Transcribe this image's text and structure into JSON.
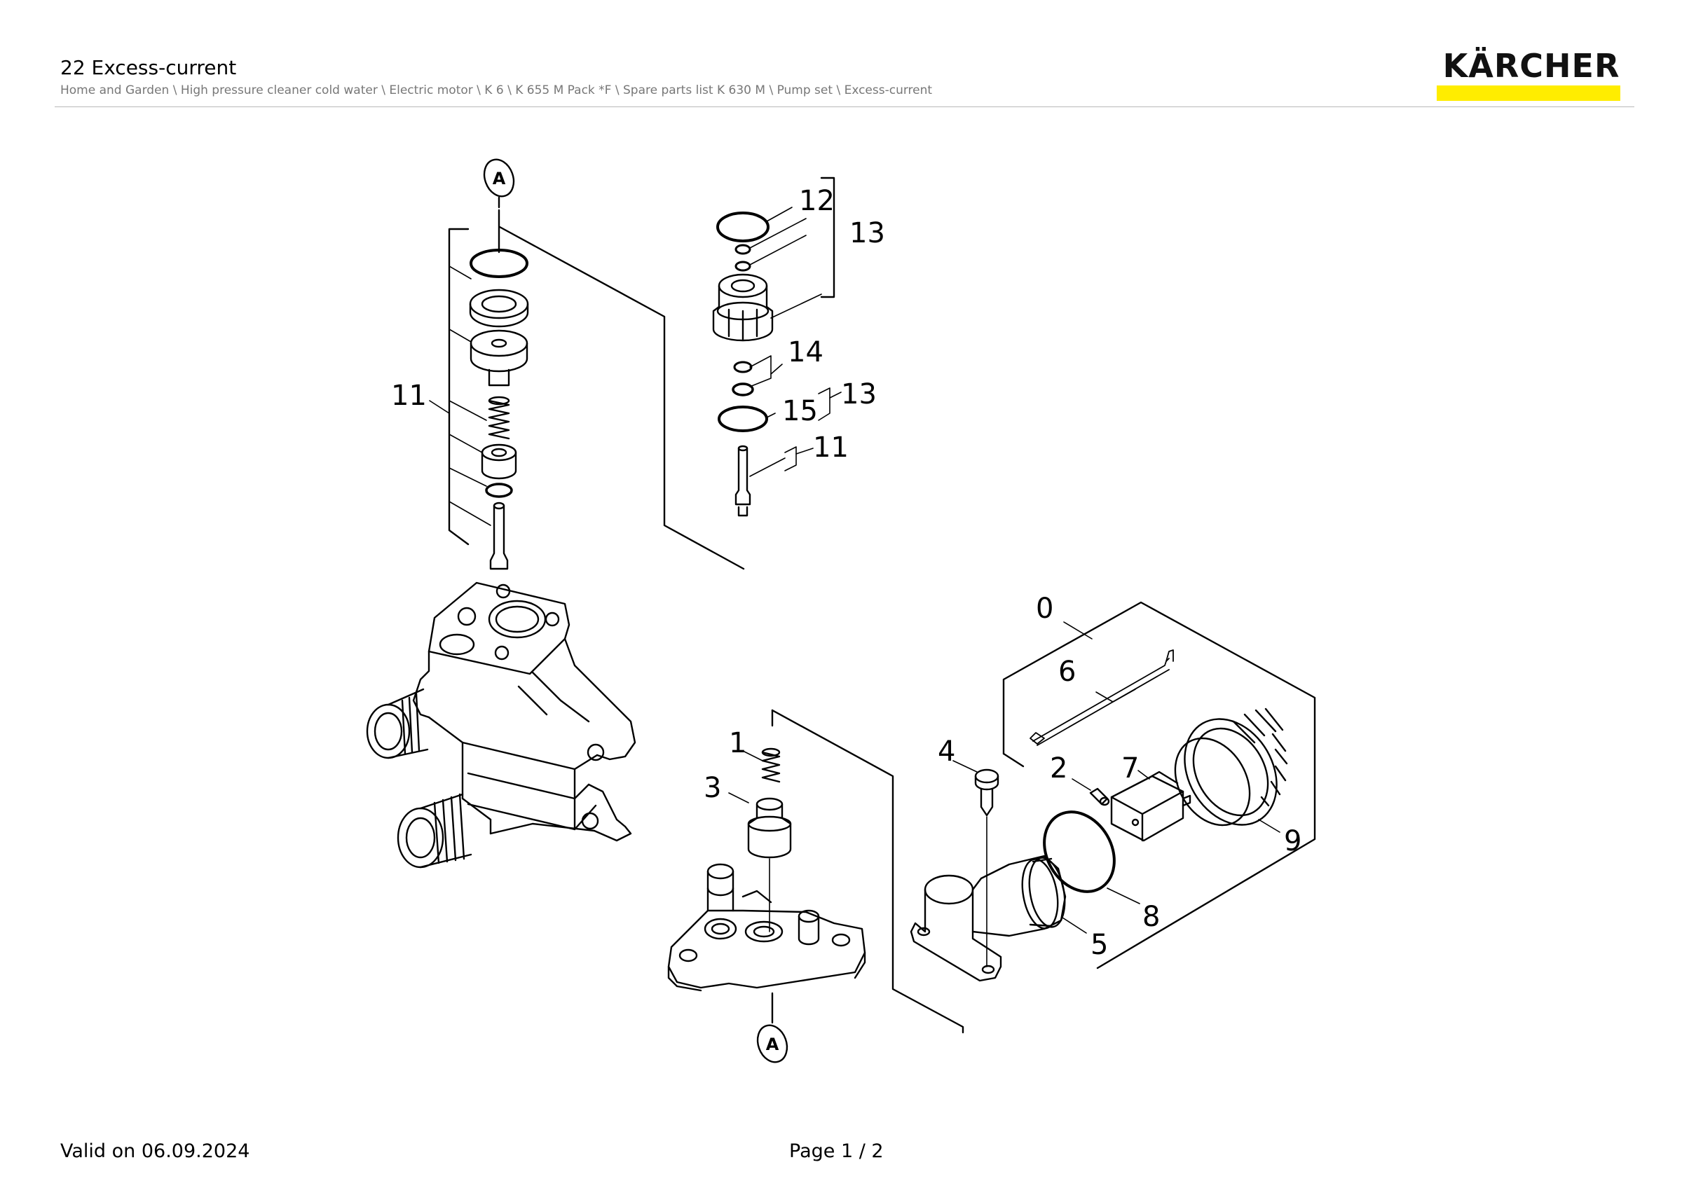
{
  "header": {
    "title": "22 Excess-current",
    "breadcrumb": "Home and Garden \\ High pressure cleaner cold water \\ Electric motor \\ K 6 \\ K 655 M Pack *F \\ Spare parts list K 630 M \\ Pump set \\ Excess-current"
  },
  "logo": {
    "text": "KÄRCHER",
    "bar_color": "#ffed00"
  },
  "diagram": {
    "callouts": {
      "c0": "0",
      "c1": "1",
      "c2": "2",
      "c3": "3",
      "c4": "4",
      "c5": "5",
      "c6": "6",
      "c7": "7",
      "c8": "8",
      "c9": "9",
      "c11a": "11",
      "c11b": "11",
      "c12": "12",
      "c13a": "13",
      "c13b": "13",
      "c14": "14",
      "c15": "15"
    },
    "reference_mark": "A"
  },
  "footer": {
    "valid": "Valid on 06.09.2024",
    "page": "Page 1 / 2"
  }
}
